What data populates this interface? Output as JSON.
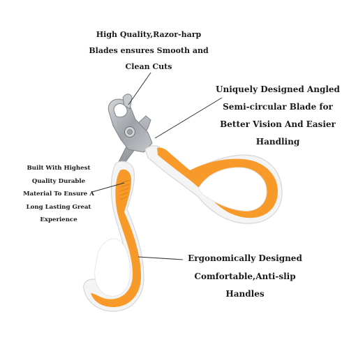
{
  "callouts": {
    "blades": {
      "lines": [
        "High Quality,Razor-harp",
        "Blades ensures Smooth and",
        "Clean Cuts"
      ]
    },
    "angled_blade": {
      "lines": [
        "Uniquely Designed Angled",
        "Semi-circular Blade for",
        "Better Vision And Easier",
        "Handling"
      ]
    },
    "material": {
      "lines": [
        "Built With Highest",
        "Quality Durable",
        "Material To Ensure A",
        "Long Lasting Great",
        "Experience"
      ]
    },
    "handles": {
      "lines": [
        "Ergonomically Designed",
        "Comfortable,Anti-slip",
        "Handles"
      ]
    }
  },
  "colors": {
    "handle_orange": "#F79A2A",
    "handle_white": "#F3F3F3",
    "blade_steel": "#A9AEB3",
    "leader_line": "#333333",
    "text": "#1a1a1a"
  }
}
